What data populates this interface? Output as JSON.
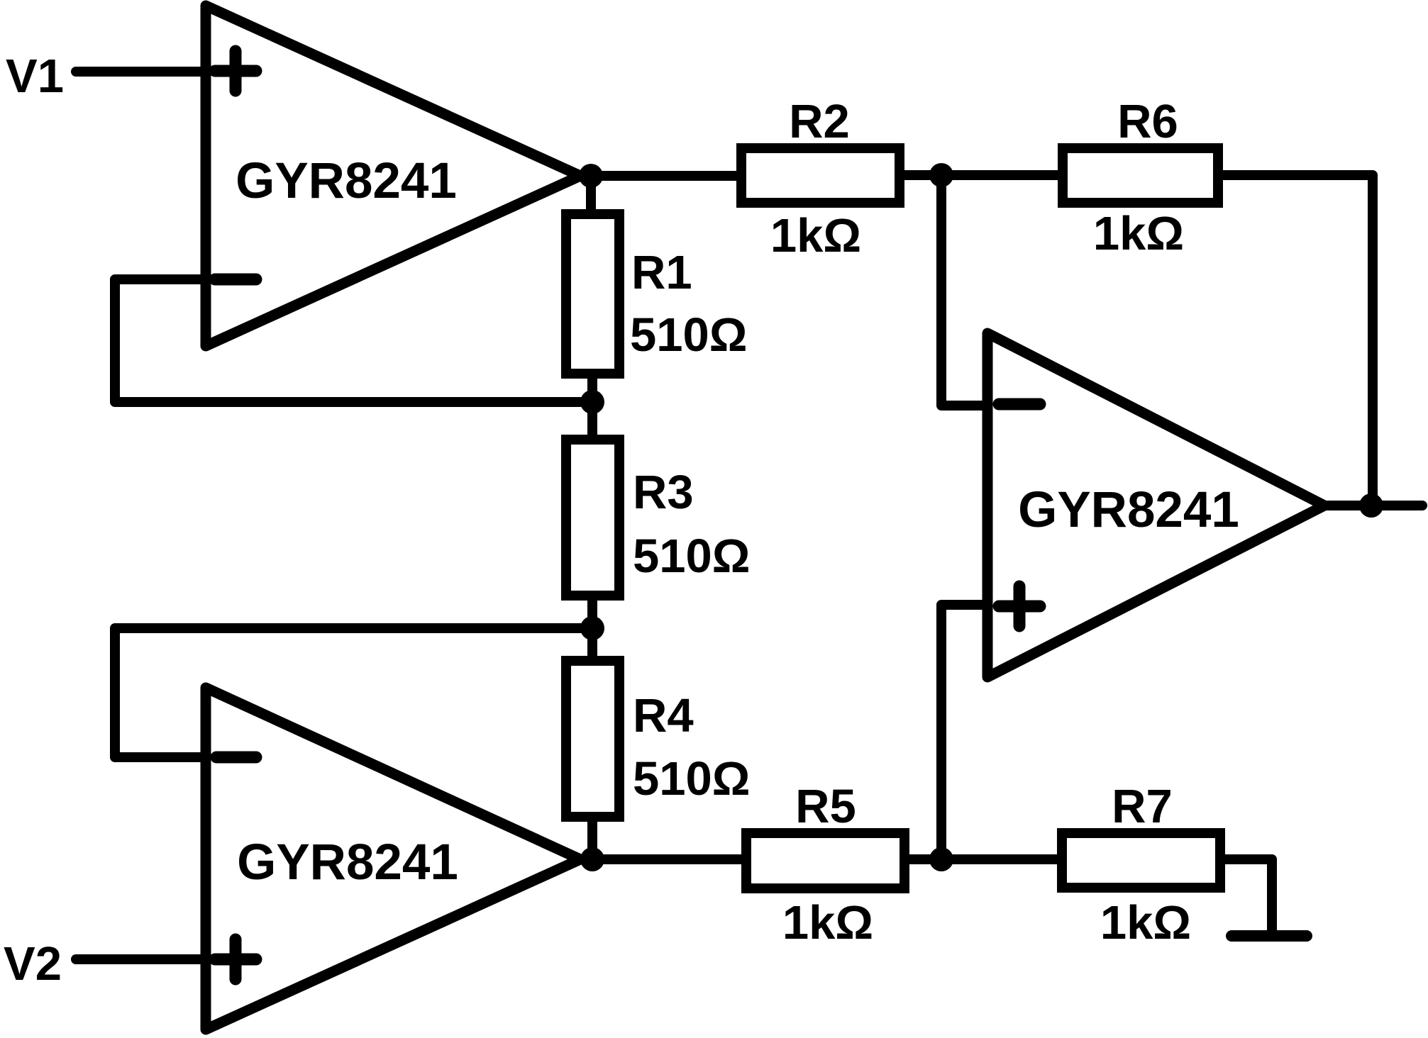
{
  "diagram": {
    "kind": "op-amp instrumentation amplifier schematic",
    "background_color": "#ffffff",
    "line_color": "#000000"
  },
  "inputs": [
    {
      "label": "V1"
    },
    {
      "label": "V2"
    }
  ],
  "opamps": [
    {
      "part": "GYR8241",
      "position": "top-left",
      "plus": "+",
      "minus": "−"
    },
    {
      "part": "GYR8241",
      "position": "bottom-left",
      "plus": "+",
      "minus": "−"
    },
    {
      "part": "GYR8241",
      "position": "right",
      "plus": "+",
      "minus": "−"
    }
  ],
  "resistors": [
    {
      "ref": "R1",
      "value": "510Ω",
      "orientation": "vertical"
    },
    {
      "ref": "R2",
      "value": "1kΩ",
      "orientation": "horizontal"
    },
    {
      "ref": "R3",
      "value": "510Ω",
      "orientation": "vertical"
    },
    {
      "ref": "R4",
      "value": "510Ω",
      "orientation": "vertical"
    },
    {
      "ref": "R5",
      "value": "1kΩ",
      "orientation": "horizontal"
    },
    {
      "ref": "R6",
      "value": "1kΩ",
      "orientation": "horizontal"
    },
    {
      "ref": "R7",
      "value": "1kΩ",
      "orientation": "horizontal"
    }
  ],
  "symbols": {
    "opamp": "triangle",
    "junction_dot": "●",
    "ground": "single horizontal bar"
  }
}
